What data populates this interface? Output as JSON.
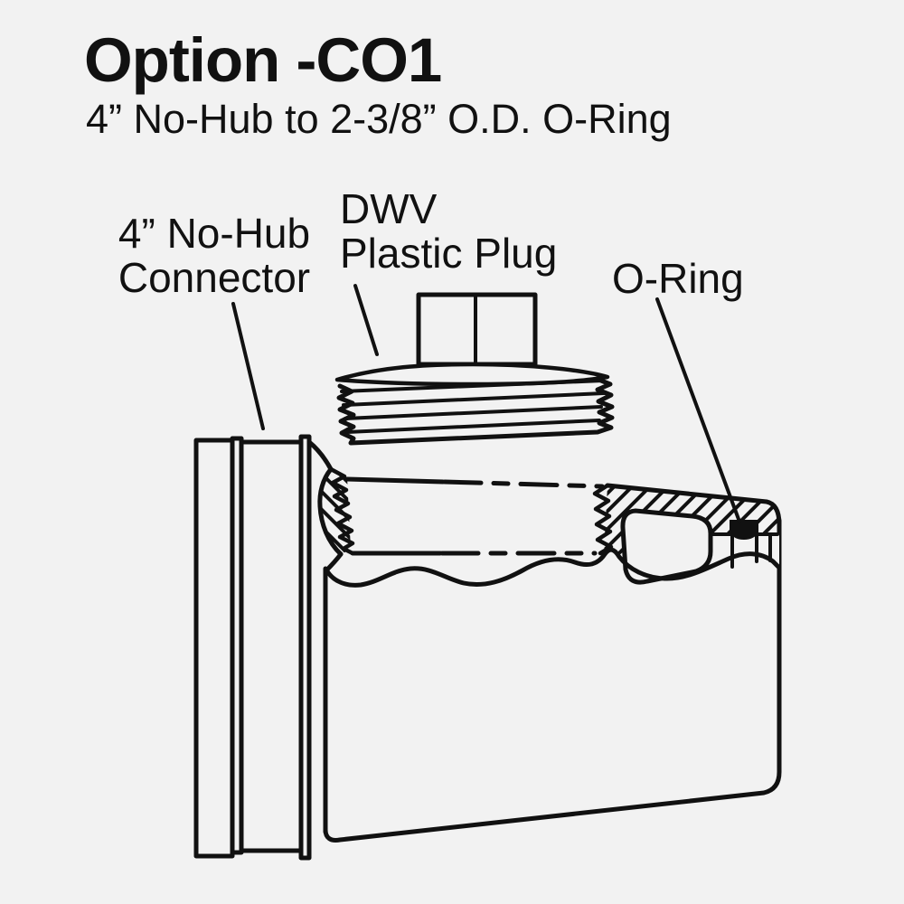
{
  "title": "Option -CO1",
  "subtitle": "4” No-Hub to 2-3/8” O.D. O-Ring",
  "callouts": {
    "connector": {
      "line1": "4” No-Hub",
      "line2": "Connector"
    },
    "plug": {
      "line1": "DWV",
      "line2": "Plastic Plug"
    },
    "oring": {
      "label": "O-Ring"
    }
  },
  "colors": {
    "background": "#f2f2f2",
    "ink": "#111111",
    "oring": "#111111"
  }
}
